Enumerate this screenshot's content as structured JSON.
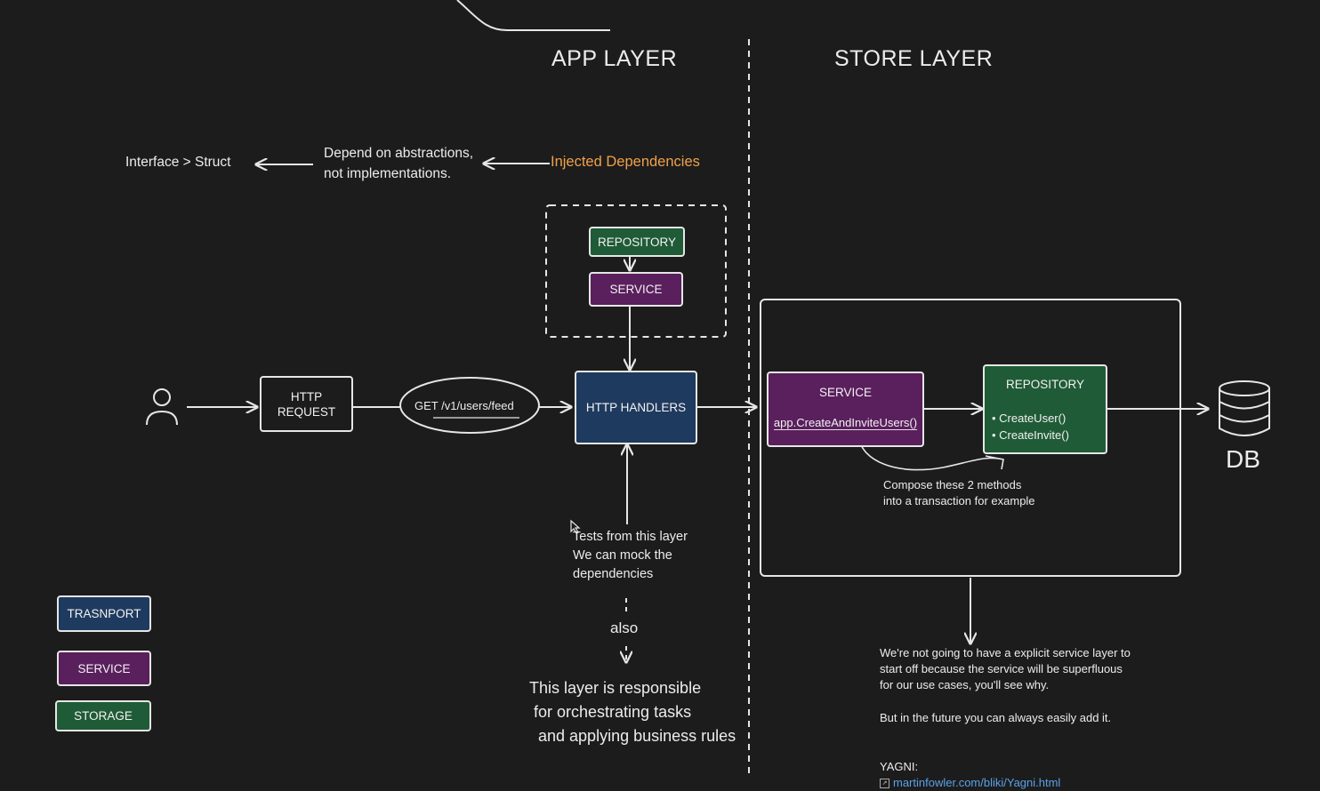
{
  "headings": {
    "app_layer": "APP LAYER",
    "store_layer": "STORE LAYER"
  },
  "top_notes": {
    "interface_struct": "Interface > Struct",
    "depend_on": "Depend on abstractions,\nnot implementations.",
    "injected": "Injected Dependencies"
  },
  "boxes": {
    "repository_di": "REPOSITORY",
    "service_di": "SERVICE",
    "http_request": "HTTP\nREQUEST",
    "get_route": "GET /v1/users/feed",
    "http_handlers": "HTTP HANDLERS",
    "store_service_title": "SERVICE",
    "store_service_method": "app.CreateAndInviteUsers()",
    "store_repo_title": "REPOSITORY",
    "store_repo_methods": "• CreateUser()\n• CreateInvite()",
    "db": "DB"
  },
  "notes": {
    "compose": "Compose these 2 methods\ninto a transaction for example",
    "tests": "Tests from this layer\nWe can mock the\ndependencies",
    "also": "also",
    "responsible": "This layer is responsible\n for orchestrating tasks\n  and applying business rules",
    "yagni_explain": "We're not going to have a explicit service layer to\nstart off because the service will be superfluous\nfor our use cases, you'll see why.",
    "future": "But in the future you can always easily add it.",
    "yagni_label": "YAGNI:",
    "yagni_link": "martinfowler.com/bliki/Yagni.html"
  },
  "legend": {
    "transport": "TRASNPORT",
    "service": "SERVICE",
    "storage": "STORAGE"
  },
  "colors": {
    "transport": "#1f3a5f",
    "service": "#5a1f5d",
    "storage": "#1f5b36",
    "accent": "#f0a14a",
    "link": "#5aa2e8"
  }
}
